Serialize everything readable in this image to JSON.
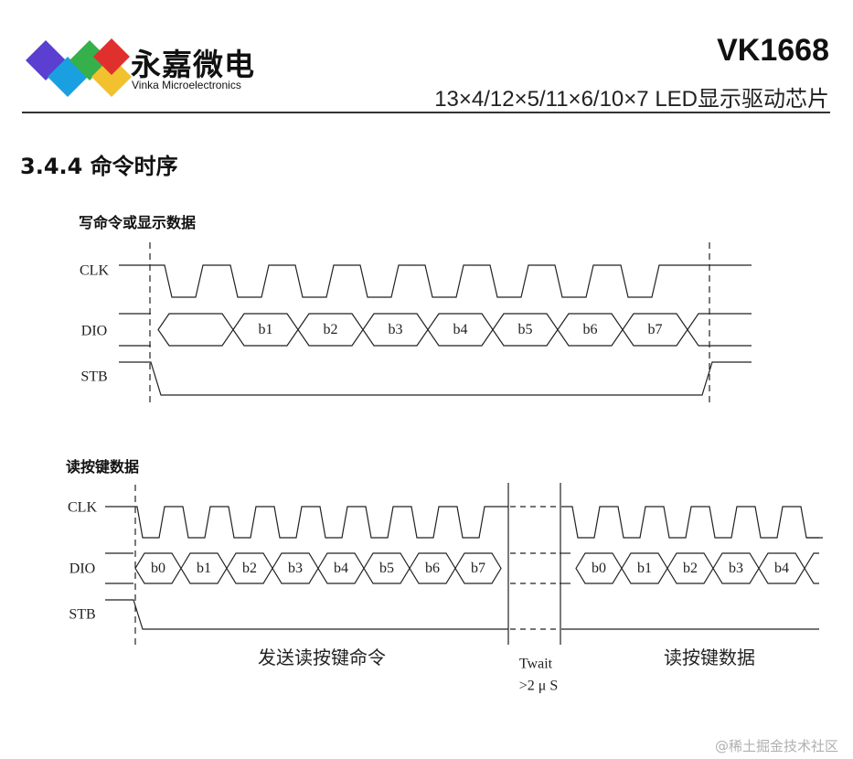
{
  "header": {
    "company_name": "永嘉微电",
    "company_sub": "Vinka Microelectronics",
    "model": "VK1668",
    "subtitle": "13×4/12×5/11×6/10×7  LED显示驱动芯片",
    "logo_colors": [
      "#5a3fd0",
      "#1aa0e0",
      "#36b04a",
      "#f2c12e",
      "#e0302e"
    ]
  },
  "section_title": "3.4.4 命令时序",
  "diagram1": {
    "title": "写命令或显示数据",
    "signals": [
      "CLK",
      "DIO",
      "STB"
    ],
    "bits": [
      "b1",
      "b2",
      "b3",
      "b4",
      "b5",
      "b6",
      "b7"
    ]
  },
  "diagram2": {
    "title": "读按键数据",
    "signals": [
      "CLK",
      "DIO",
      "STB"
    ],
    "bits_left": [
      "b0",
      "b1",
      "b2",
      "b3",
      "b4",
      "b5",
      "b6",
      "b7"
    ],
    "bits_right": [
      "b0",
      "b1",
      "b2",
      "b3",
      "b4"
    ],
    "caption_left": "发送读按键命令",
    "wait_label": "Twait",
    "wait_value": ">2 μ S",
    "caption_right": "读按键数据"
  },
  "watermark": "@稀土掘金技术社区"
}
